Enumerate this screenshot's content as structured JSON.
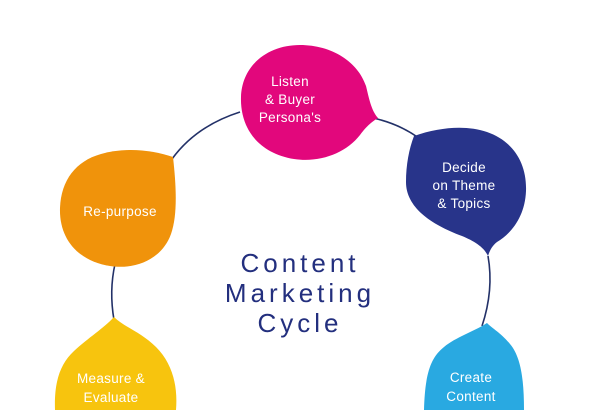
{
  "title": "Content\nMarketing\nCycle",
  "title_color": "#232F7E",
  "line_color": "#233168",
  "label_color": "#FFFFFF",
  "nodes": [
    {
      "id": "listen",
      "label": "Listen\n& Buyer\nPersona's",
      "color": "#E2077C"
    },
    {
      "id": "decide",
      "label": "Decide\non Theme\n& Topics",
      "color": "#28348A"
    },
    {
      "id": "create",
      "label": "Create\nContent",
      "color": "#29A9E1"
    },
    {
      "id": "measure",
      "label": "Measure &\nEvaluate",
      "color": "#F7C40E"
    },
    {
      "id": "repurpose",
      "label": "Re-purpose",
      "color": "#F0930B"
    }
  ]
}
